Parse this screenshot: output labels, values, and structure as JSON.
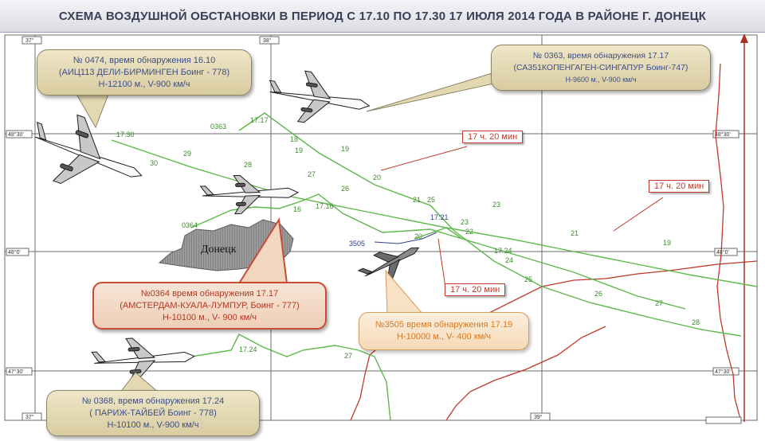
{
  "title": "СХЕМА ВОЗДУШНОЙ ОБСТАНОВКИ В ПЕРИОД С 17.10  ПО 17.30 17 ИЮЛЯ 2014 ГОДА В РАЙОНЕ Г. ДОНЕЦК",
  "city_label": "Донецк",
  "grid_labels": {
    "lon_37": "37°",
    "lon_38": "38°",
    "lon_39": "39°",
    "lat_4830": "48°30'",
    "lat_48": "48°0'",
    "lat_4730": "47°30'"
  },
  "callouts": {
    "c0474": {
      "line1": "№ 0474, время обнаружения 16.10",
      "line2": "(АИЦ113 ДЕЛИ-БИРМИНГЕН Боинг - 778)",
      "line3": "Н-12100 м., V-900 км/ч"
    },
    "c0363": {
      "line1": "№ 0363, время обнаружения 17.17",
      "line2": "(СА351КОПЕНГАГЕН-СИНГАПУР Боинг-747)",
      "line3": "Н-9600 м., V-900 км/ч"
    },
    "c0364": {
      "line1": "№0364 время обнаружения 17.17",
      "line2": "(АМСТЕРДАМ-КУАЛА-ЛУМПУР, Боинг - 777)",
      "line3": "Н-10100 м., V- 900 км/ч"
    },
    "c3505": {
      "line1": "№3505 время обнаружения 17.19",
      "line2": "Н-10000 м., V- 400 км/ч"
    },
    "c0368": {
      "line1": "№ 0368, время обнаружения 17.24",
      "line2": "( ПАРИЖ-ТАЙБЕЙ Боинг - 778)",
      "line3": "Н-10100 м., V-900 км/ч"
    }
  },
  "time_labels": {
    "t1": "17 ч. 20 мин",
    "t2": "17 ч. 20 мин",
    "t3": "17 ч. 20 мин"
  },
  "track_labels": {
    "id_0363": "0363",
    "id_0364": "0364",
    "id_3505": "3505",
    "t_1730": "17.30",
    "t_1717a": "17.17",
    "t_1716": "17.16",
    "t_1721": "17:21",
    "t_1724a": "17.24",
    "t_1724b": "17.24",
    "n18": "18",
    "n19a": "19",
    "n19b": "19",
    "n20": "20",
    "n21a": "21",
    "n21b": "21",
    "n22": "22",
    "n23a": "23",
    "n23b": "23",
    "n24": "24",
    "n25a": "25",
    "n25b": "25",
    "n26a": "26",
    "n26b": "26",
    "n27a": "27",
    "n27b": "27",
    "n27c": "27",
    "n28a": "28",
    "n28b": "28",
    "n29": "29",
    "n30": "30",
    "n16": "16",
    "n20b": "20",
    "n19c": "19"
  },
  "colors": {
    "track_green": "#5cb84a",
    "track_red": "#c0392b",
    "grid": "#6b6b6b",
    "city_fill": "#8a8a8a",
    "title_text": "#3a3f58"
  }
}
